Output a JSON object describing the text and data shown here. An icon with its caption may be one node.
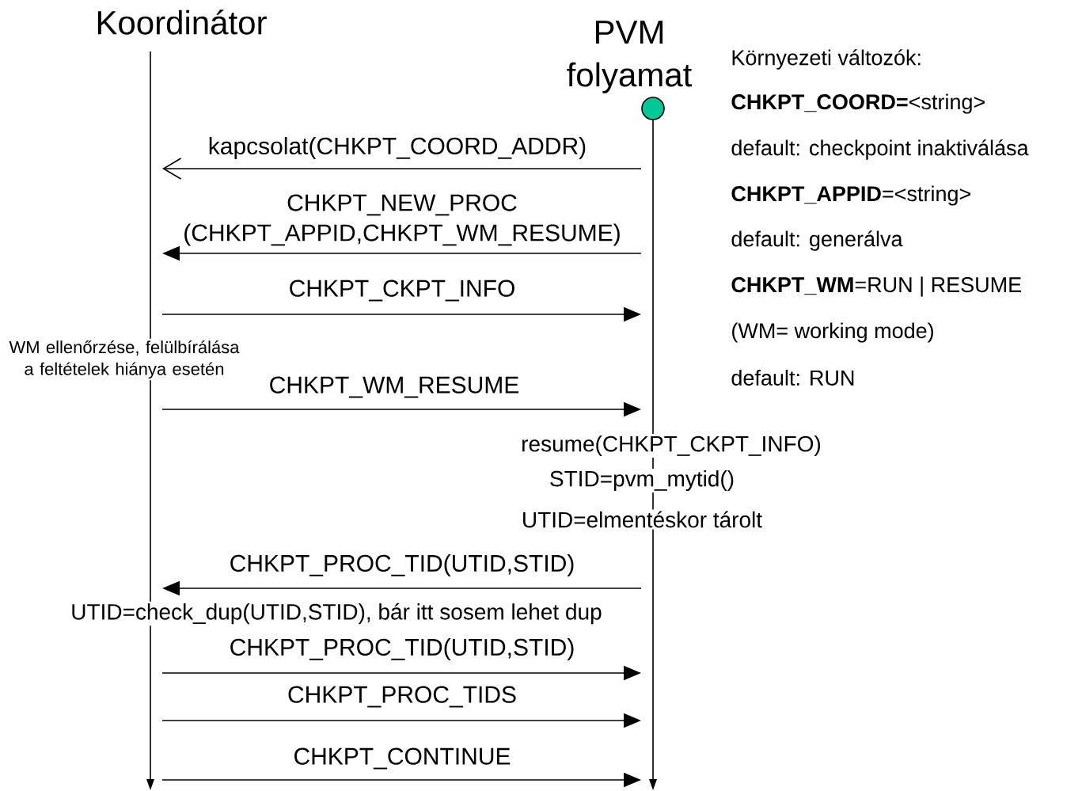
{
  "diagram": {
    "nodes": [
      {
        "text": [
          "Koordinátor"
        ]
      },
      {
        "text": [
          "PVM folyamat"
        ]
      },
      {
        "text": [],
        "shape": "circle"
      },
      {
        "text": [],
        "shape": "bar"
      },
      {
        "text": [],
        "shape": "bar"
      }
    ],
    "edges": [
      {
        "from": 4,
        "to": 3,
        "arrow": "to",
        "label": "kapcsolat(CHKPT_COORD_ADDR)"
      },
      {
        "from": 4,
        "to": 3,
        "arrow": "to",
        "label": "CHKPT_NEW_PROC (CHKPT_APPID,CHKPT_WM_RESUME)"
      },
      {
        "from": 3,
        "to": 4,
        "arrow": "to",
        "label": "CHKPT_CKPT_INFO"
      },
      {
        "from": 3,
        "to": 4,
        "arrow": "to",
        "label": "CHKPT_WM_RESUME"
      },
      {
        "from": 4,
        "to": 3,
        "arrow": "to",
        "label": "CHKPT_PROC_TID(UTID,STID)"
      },
      {
        "from": 3,
        "to": 4,
        "arrow": "to",
        "label": "CHKPT_PROC_TID(UTID,STID)"
      },
      {
        "from": 3,
        "to": 4,
        "arrow": "to",
        "label": "CHKPT_PROC_TIDS"
      },
      {
        "from": 3,
        "to": 4,
        "arrow": "to",
        "label": "CHKPT_CONTINUE"
      }
    ],
    "labels": [
      "Környezeti változók:",
      "**CHKPT_COORD=**<string>",
      "default: checkpoint inaktiválása",
      "**CHKPT_APPID**=<string>",
      "default: generálva",
      "**CHKPT_WM**=RUN | RESUME",
      "(WM= working mode)",
      "default: RUN",
      "WM ellenőrzése, felülbírálása a feltételek hiánya esetén",
      "resume(CHKPT_CKPT_INFO)",
      "STID=pvm_mytid()",
      "UTID=elmentéskor tárolt",
      "UTID=check_dup(UTID,STID), bár itt sosem lehet dup"
    ]
  }
}
